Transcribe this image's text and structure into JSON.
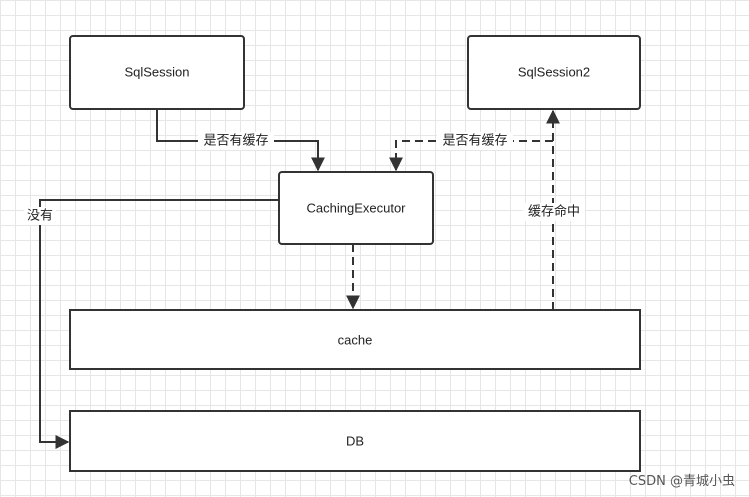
{
  "nodes": {
    "sqlsession": "SqlSession",
    "sqlsession2": "SqlSession2",
    "caching_executor": "CachingExecutor",
    "cache": "cache",
    "db": "DB"
  },
  "edges": {
    "check_cache_1": "是否有缓存",
    "check_cache_2": "是否有缓存",
    "cache_hit": "缓存命中",
    "no_cache": "没有"
  },
  "watermark": "CSDN @青城小虫"
}
